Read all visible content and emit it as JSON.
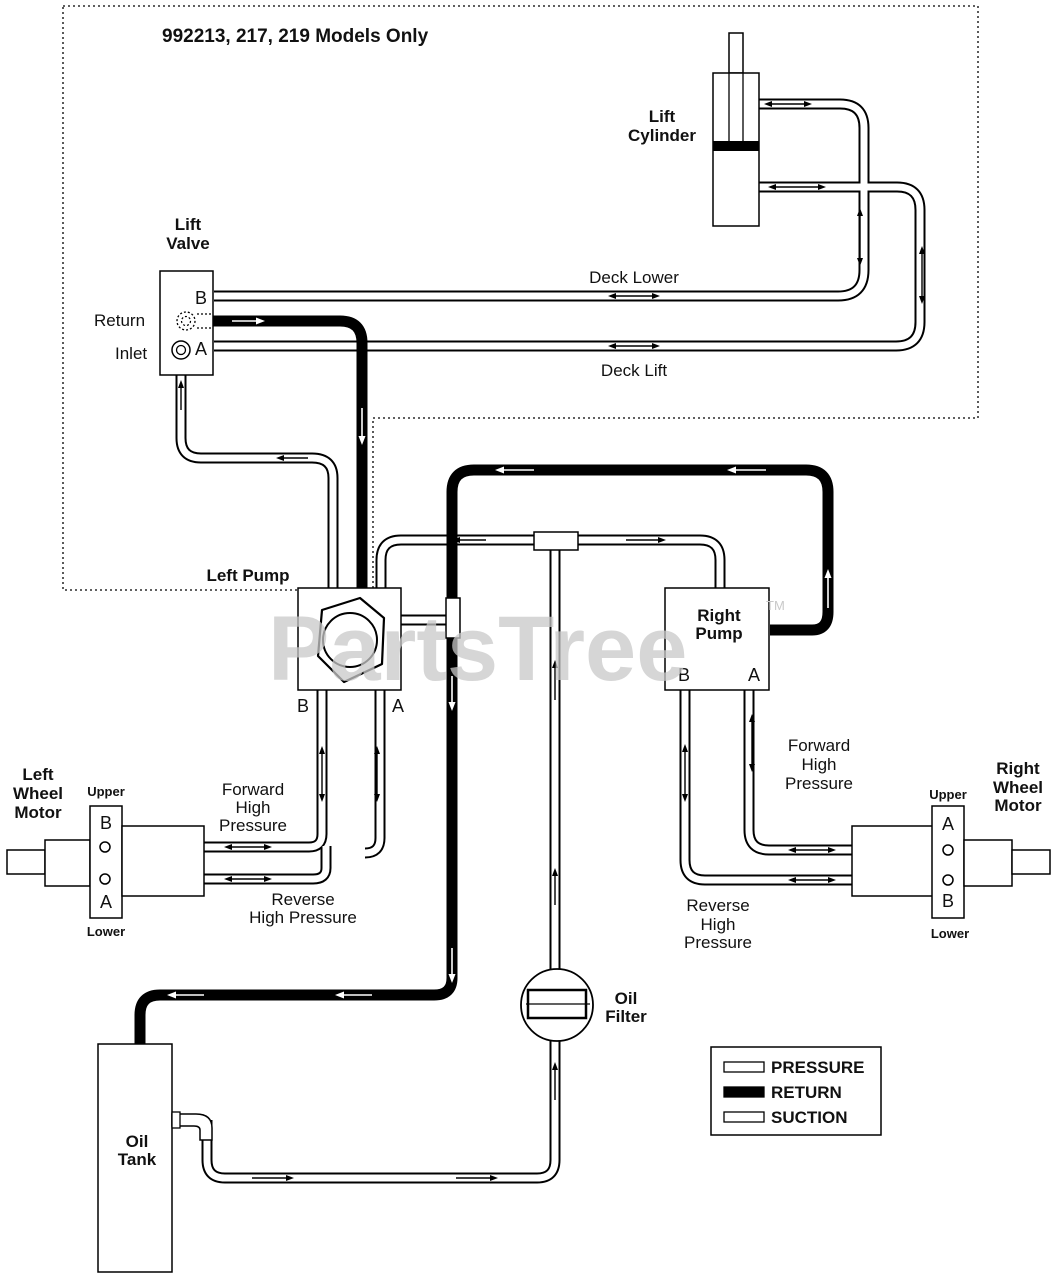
{
  "header": {
    "models_note": "992213, 217, 219 Models Only"
  },
  "components": {
    "lift_cylinder": [
      "Lift",
      "Cylinder"
    ],
    "lift_valve": [
      "Lift",
      "Valve"
    ],
    "left_pump": "Left Pump",
    "right_pump": [
      "Right",
      "Pump"
    ],
    "left_wheel_motor": [
      "Left",
      "Wheel",
      "Motor"
    ],
    "right_wheel_motor": [
      "Right",
      "Wheel",
      "Motor"
    ],
    "oil_filter": [
      "Oil",
      "Filter"
    ],
    "oil_tank": [
      "Oil",
      "Tank"
    ]
  },
  "ports": {
    "a": "A",
    "b": "B",
    "upper": "Upper",
    "lower": "Lower",
    "return": "Return",
    "inlet": "Inlet"
  },
  "lines": {
    "deck_lower": "Deck Lower",
    "deck_lift": "Deck Lift",
    "forward_high_pressure": [
      "Forward",
      "High",
      "Pressure"
    ],
    "reverse_high_pressure_left": "Reverse",
    "reverse_high_pressure_left_2": "High Pressure",
    "reverse_high_pressure_right": [
      "Reverse",
      "High",
      "Pressure"
    ]
  },
  "legend": {
    "pressure": "PRESSURE",
    "return": "RETURN",
    "suction": "SUCTION"
  },
  "watermark": {
    "text": "PartsTree",
    "tm": "TM"
  }
}
